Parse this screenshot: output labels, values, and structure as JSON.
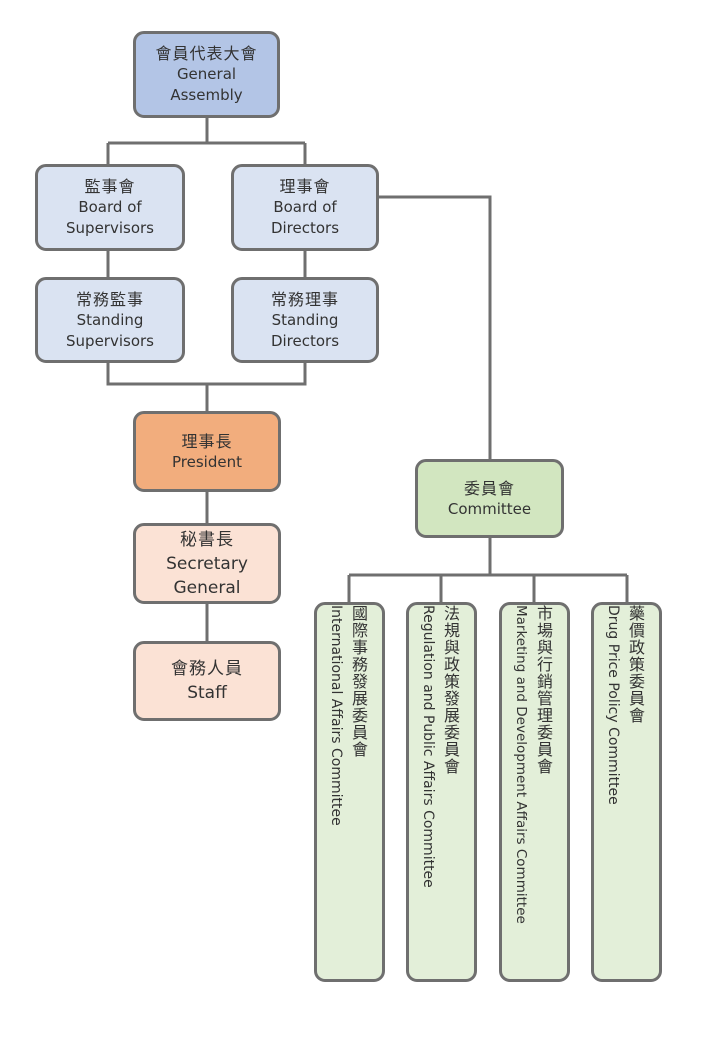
{
  "general_assembly": {
    "zh": "會員代表大會",
    "en1": "General",
    "en2": "Assembly"
  },
  "supervisors_board": {
    "zh": "監事會",
    "en1": "Board of",
    "en2": "Supervisors"
  },
  "directors_board": {
    "zh": "理事會",
    "en1": "Board of",
    "en2": "Directors"
  },
  "standing_supervisors": {
    "zh": "常務監事",
    "en1": "Standing",
    "en2": "Supervisors"
  },
  "standing_directors": {
    "zh": "常務理事",
    "en1": "Standing",
    "en2": "Directors"
  },
  "president": {
    "zh": "理事長",
    "en1": "President"
  },
  "secretary_general": {
    "zh": "秘書長",
    "en1": "Secretary",
    "en2": "General"
  },
  "staff": {
    "zh": "會務人員",
    "en1": "Staff"
  },
  "committee": {
    "zh": "委員會",
    "en1": "Committee"
  },
  "sub_committees": [
    {
      "zh": "國際事務發展委員會",
      "en": "International Affairs Committee"
    },
    {
      "zh": "法規與政策發展委員會",
      "en": "Regulation and Public Affairs Committee"
    },
    {
      "zh": "市場與行銷管理委員會",
      "en": "Marketing and Development Affairs Committee"
    },
    {
      "zh": "藥價政策委員會",
      "en": "Drug Price Policy Committee"
    }
  ],
  "colors": {
    "line": "#6f6f6f",
    "assembly": "#b3c5e6",
    "boards": "#dae3f2",
    "president": "#f2ad7d",
    "secretariat": "#fbe2d5",
    "committee": "#d2e6c0",
    "sub_committee": "#e3efd9"
  }
}
